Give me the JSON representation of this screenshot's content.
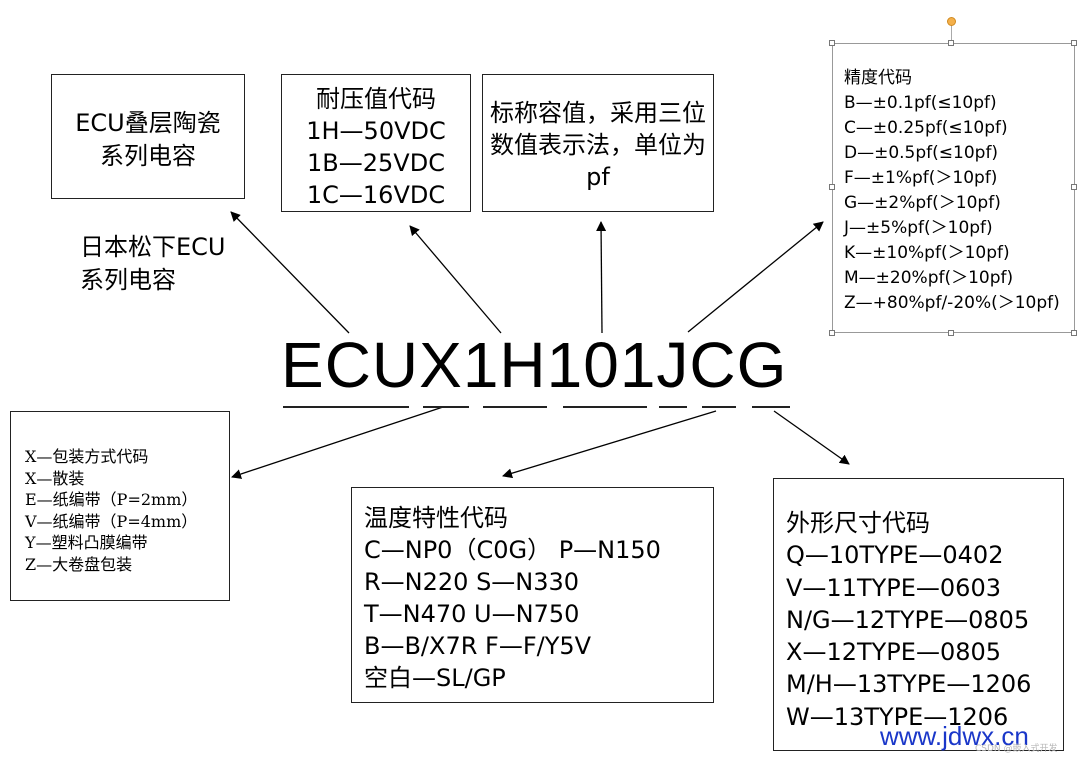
{
  "series_box": {
    "lines": [
      "ECU叠层陶瓷",
      "系列电容"
    ]
  },
  "voltage_box": {
    "title": "耐压值代码",
    "codes": [
      "1H—50VDC",
      "1B—25VDC",
      "1C—16VDC"
    ]
  },
  "nominal_box": {
    "text": "标称容值，采用三位数值表示法，单位为pf"
  },
  "tolerance_box": {
    "title": "精度代码",
    "codes": [
      "B—±0.1pf(≤10pf)",
      "C—±0.25pf(≤10pf)",
      "D—±0.5pf(≤10pf)",
      "F—±1%pf(＞10pf)",
      "G—±2%pf(＞10pf)",
      "J—±5%pf(＞10pf)",
      "K—±10%pf(＞10pf)",
      "M—±20%pf(＞10pf)",
      "Z—+80%pf/-20%(＞10pf)"
    ]
  },
  "manufacturer": {
    "lines": [
      "日本松下ECU",
      "系列电容"
    ]
  },
  "part_number": "ECUX1H101JCG",
  "packaging_box": {
    "title": "X—包装方式代码",
    "codes": [
      "X—散装",
      "E—纸编带（P=2mm）",
      "V—纸编带（P=4mm）",
      "Y—塑料凸膜编带",
      "Z—大卷盘包装"
    ]
  },
  "temperature_box": {
    "title": "温度特性代码",
    "codes": [
      "C—NP0（C0G）  P—N150",
      "R—N220  S—N330",
      "T—N470  U—N750",
      "B—B/X7R  F—F/Y5V",
      "空白—SL/GP"
    ]
  },
  "size_box": {
    "title": "外形尺寸代码",
    "codes": [
      "Q—10TYPE—0402",
      "V—11TYPE—0603",
      "N/G—12TYPE—0805",
      "X—12TYPE—0805",
      "M/H—13TYPE—1206",
      "W—13TYPE—1206"
    ]
  },
  "watermark": "www.jdwx.cn",
  "csdn_mark": "CSDN @嵌入式开发"
}
